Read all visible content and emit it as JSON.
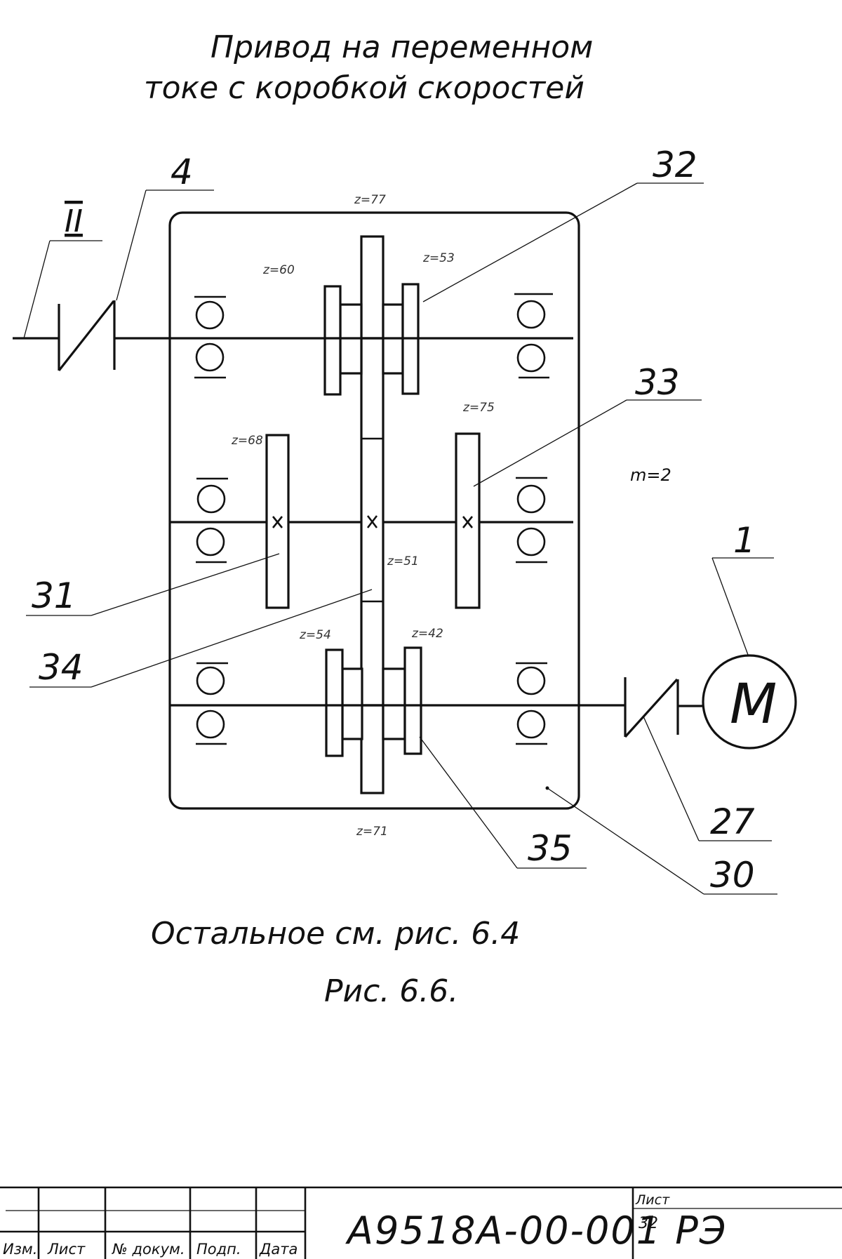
{
  "drawing": {
    "title_line1": "Привод на переменном",
    "title_line2": "токе с коробкой скоростей",
    "caption_line1": "Остальное см. рис. 6.4",
    "caption_line2": "Рис. 6.6.",
    "module_note": "m=2",
    "shaft_marker": "II",
    "motor_symbol": "M",
    "callouts": {
      "c4": "4",
      "c32": "32",
      "c33": "33",
      "c1": "1",
      "c31": "31",
      "c34": "34",
      "c27": "27",
      "c35": "35",
      "c30": "30"
    },
    "gear_teeth": {
      "z77": "z=77",
      "z60": "z=60",
      "z53": "z=53",
      "z68": "z=68",
      "z75": "z=75",
      "z51": "z=51",
      "z54": "z=54",
      "z42": "z=42",
      "z71": "z=71"
    }
  },
  "title_block": {
    "columns": [
      "Изм.",
      "Лист",
      "№ докум.",
      "Подп.",
      "Дата"
    ],
    "designation": "А9518А-00-001 РЭ",
    "sheet_label": "Лист",
    "sheet_number": "32"
  }
}
